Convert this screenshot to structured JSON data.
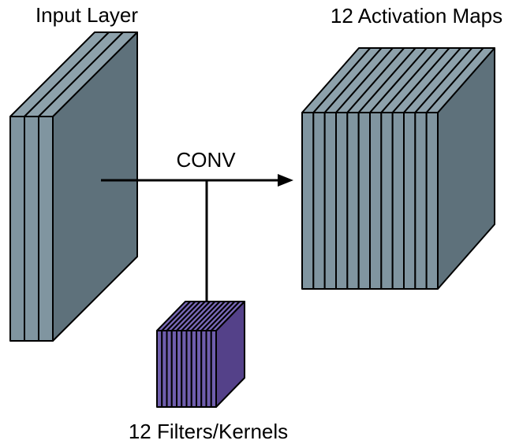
{
  "diagram": {
    "labels": {
      "input": "Input Layer",
      "output": "12 Activation Maps",
      "operation": "CONV",
      "filters": "12 Filters/Kernels"
    },
    "counts": {
      "input_channels": 3,
      "activation_maps": 12,
      "filters": 12
    },
    "colors": {
      "slate_front": "#8095a0",
      "slate_top": "#8da1ab",
      "slate_side": "#5e717b",
      "purple_front": "#6f5ead",
      "purple_top": "#7a69b8",
      "purple_side": "#544189",
      "outline": "#000000",
      "arrow": "#000000",
      "text": "#000000",
      "background": "#ffffff"
    }
  }
}
